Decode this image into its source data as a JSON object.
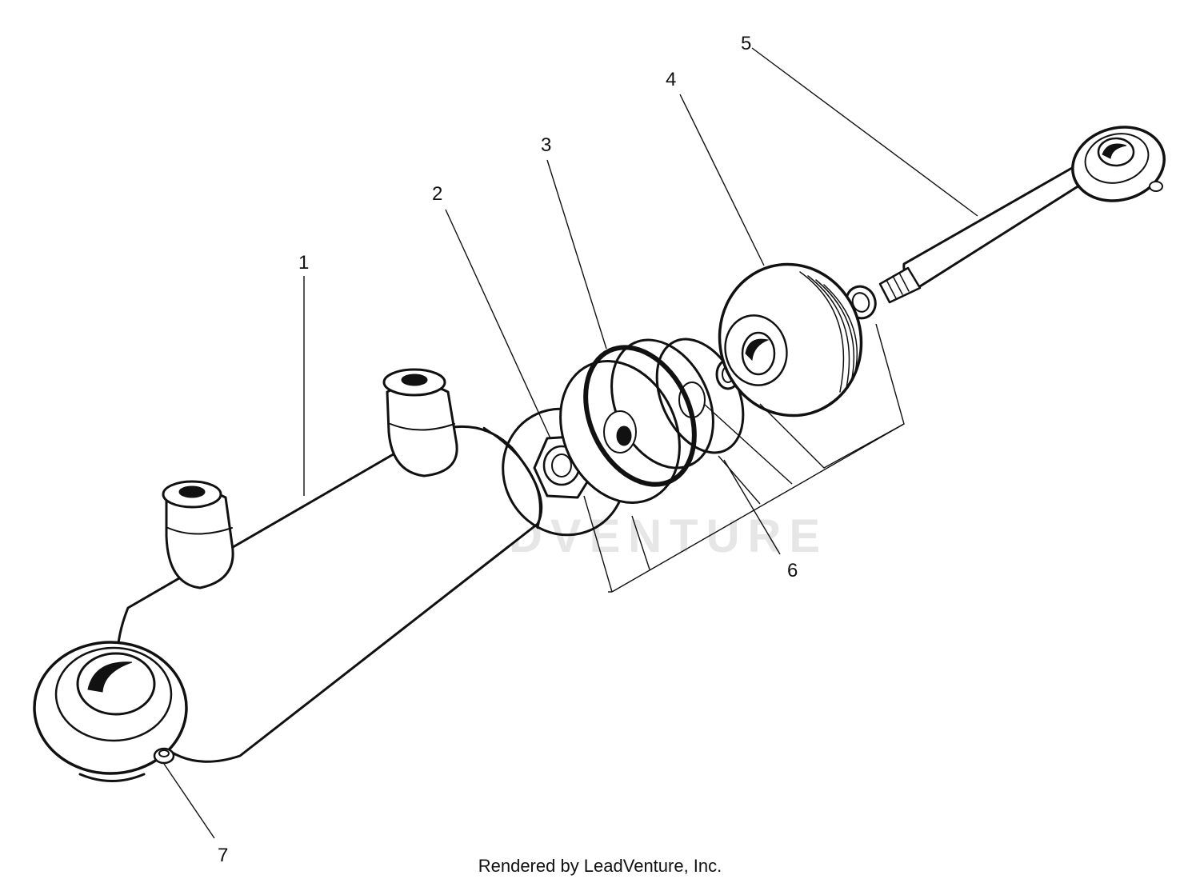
{
  "watermark": "LEADVENTURE",
  "credit": "Rendered by LeadVenture, Inc.",
  "callouts": {
    "c1": "1",
    "c2": "2",
    "c3": "3",
    "c4": "4",
    "c5": "5",
    "c6": "6",
    "c7": "7"
  }
}
